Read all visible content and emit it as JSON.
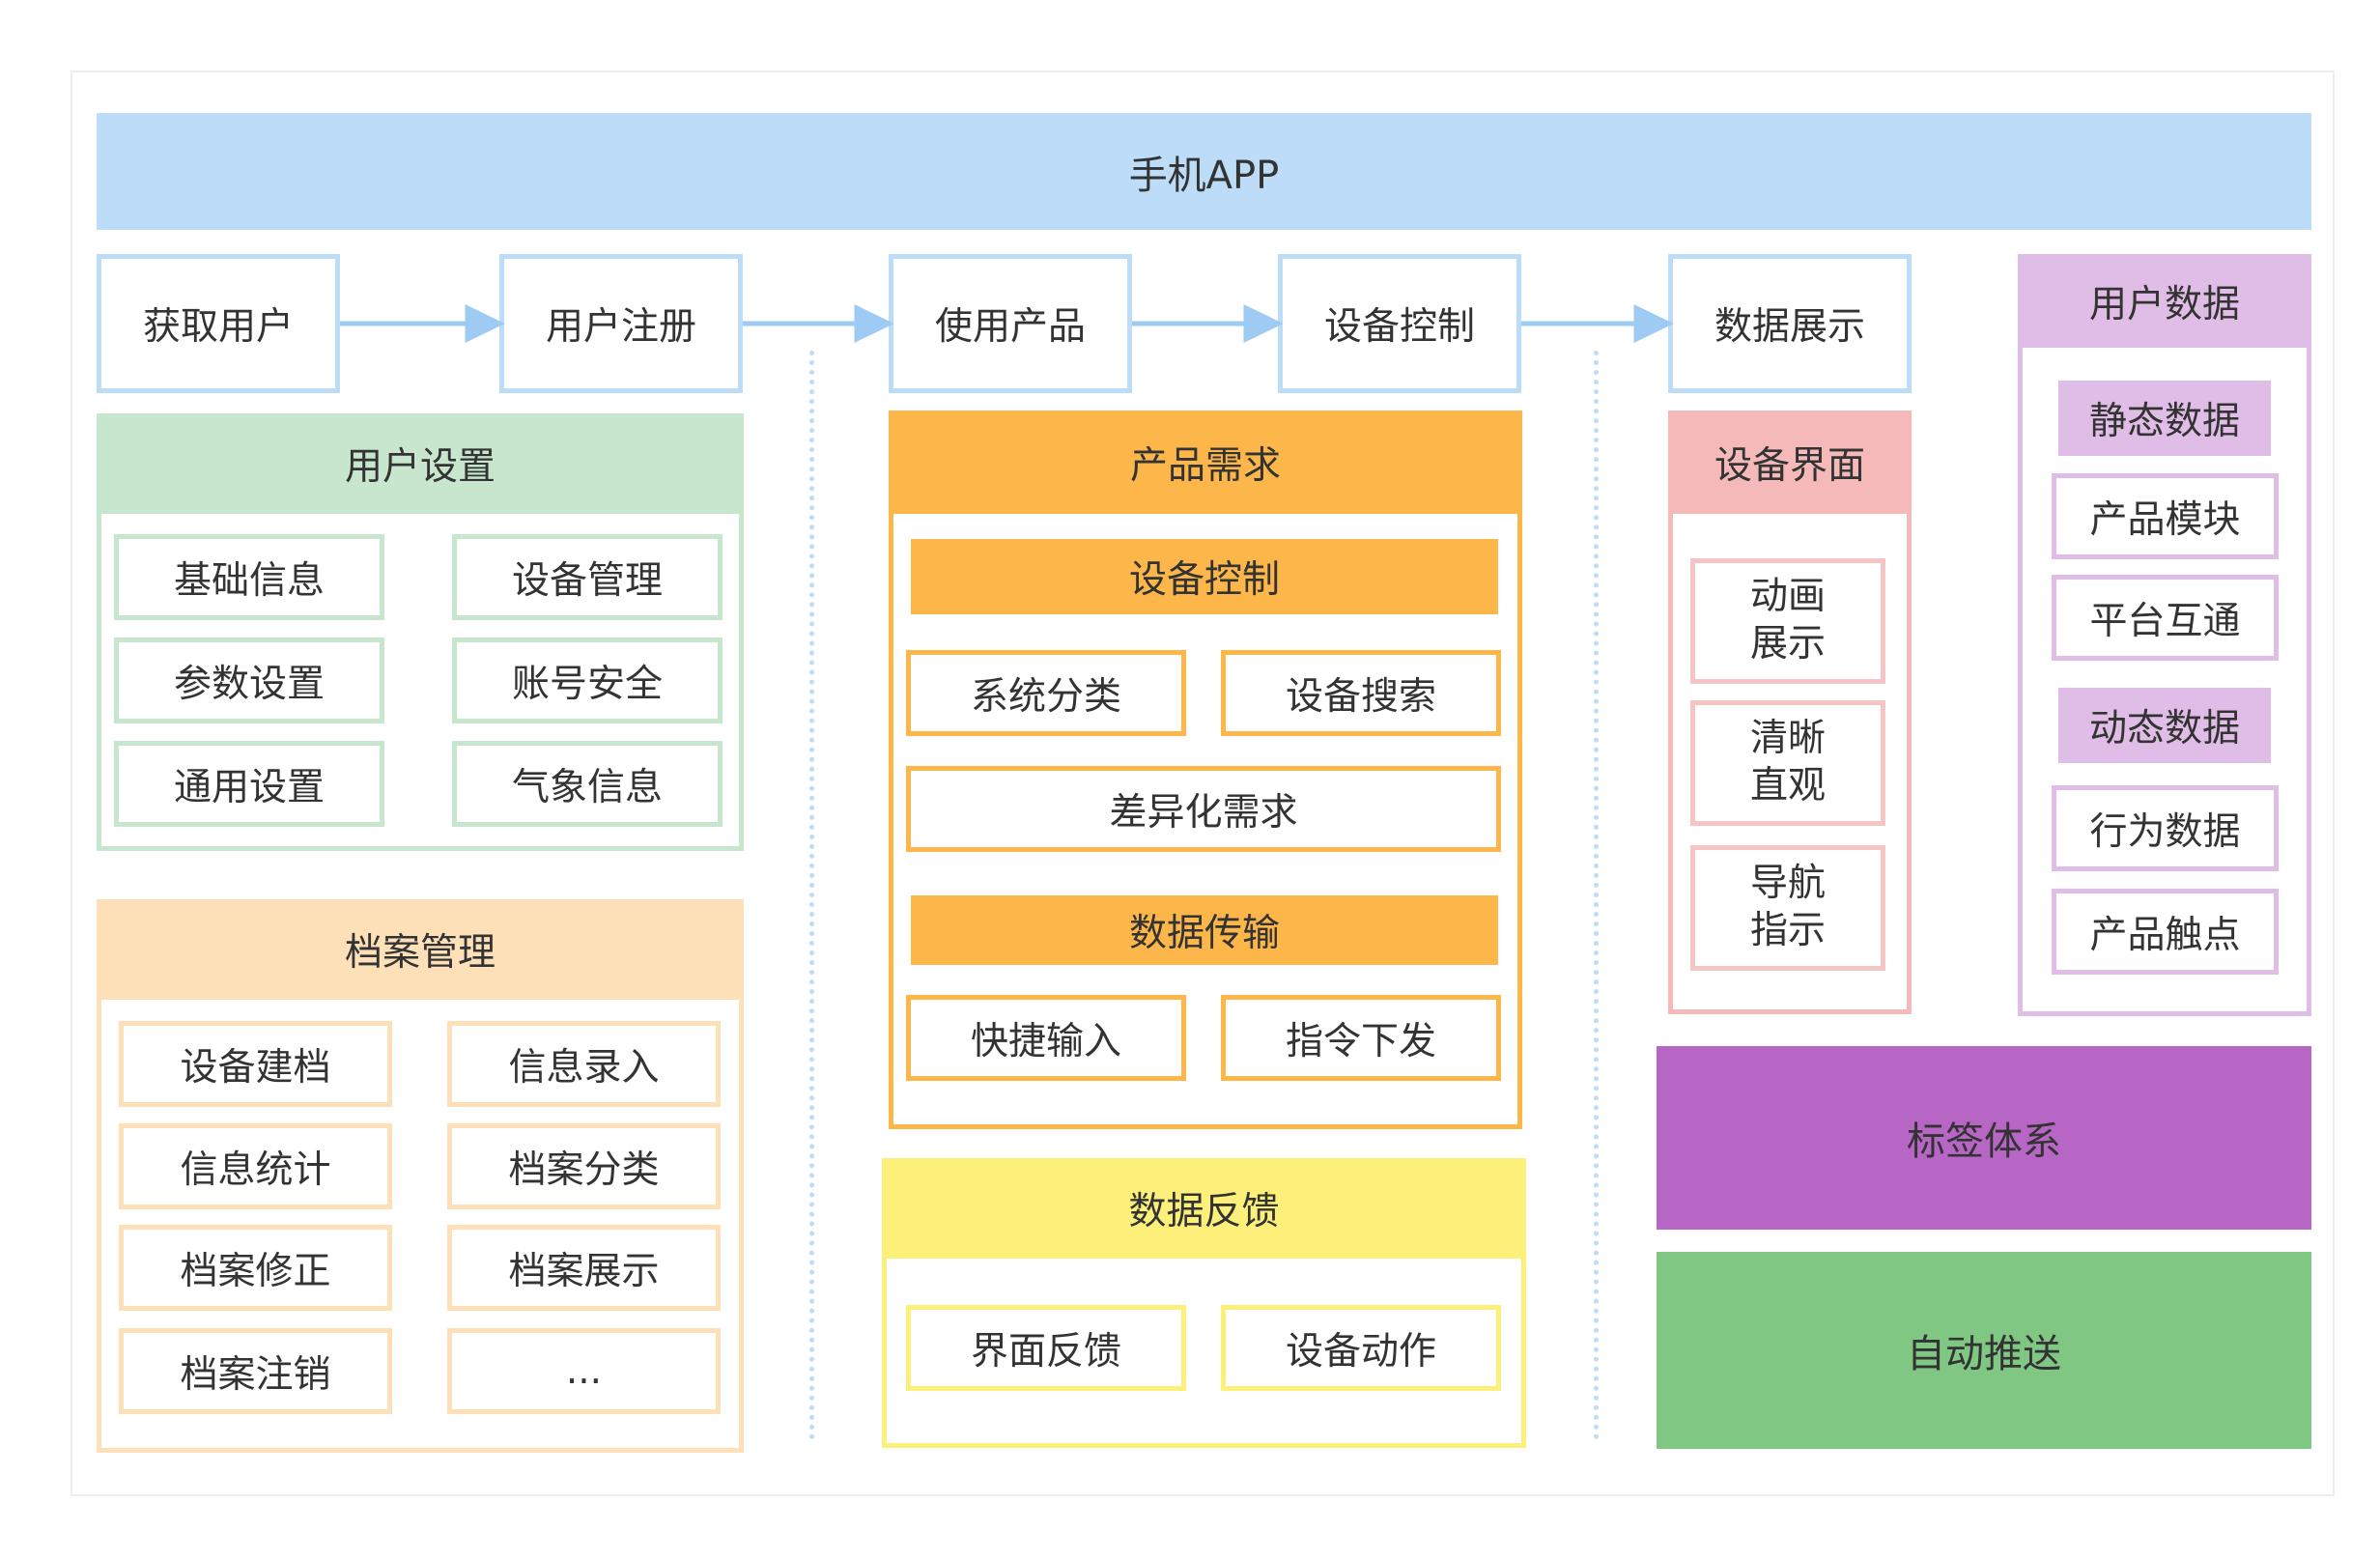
{
  "top_bar": {
    "label": "手机APP"
  },
  "flow": [
    "获取用户",
    "用户注册",
    "使用产品",
    "设备控制",
    "数据展示"
  ],
  "user_settings": {
    "title": "用户设置",
    "items": [
      "基础信息",
      "设备管理",
      "参数设置",
      "账号安全",
      "通用设置",
      "气象信息"
    ]
  },
  "archive": {
    "title": "档案管理",
    "items": [
      "设备建档",
      "信息录入",
      "信息统计",
      "档案分类",
      "档案修正",
      "档案展示",
      "档案注销",
      "..."
    ]
  },
  "product_req": {
    "title": "产品需求",
    "device_control": {
      "title": "设备控制",
      "items": [
        "系统分类",
        "设备搜索"
      ]
    },
    "diff": "差异化需求",
    "data_transfer": {
      "title": "数据传输",
      "items": [
        "快捷输入",
        "指令下发"
      ]
    }
  },
  "feedback": {
    "title": "数据反馈",
    "items": [
      "界面反馈",
      "设备动作"
    ]
  },
  "device_ui": {
    "title": "设备界面",
    "items": [
      "动画\n展示",
      "清晰\n直观",
      "导航\n指示"
    ]
  },
  "user_data": {
    "title": "用户数据",
    "static_title": "静态数据",
    "static_items": [
      "产品模块",
      "平台互通"
    ],
    "dynamic_title": "动态数据",
    "dynamic_items": [
      "行为数据",
      "产品触点"
    ]
  },
  "tag_system": "标签体系",
  "auto_push": "自动推送",
  "colors": {
    "blue": "#bcdcf7",
    "green": "#c7e6cd",
    "peach": "#fde0b8",
    "orange": "#fcb64a",
    "yellow": "#fdf07a",
    "pink": "#f5b9b9",
    "lavender": "#e0bde6",
    "purple": "#b866c6",
    "green_band": "#81c784"
  }
}
